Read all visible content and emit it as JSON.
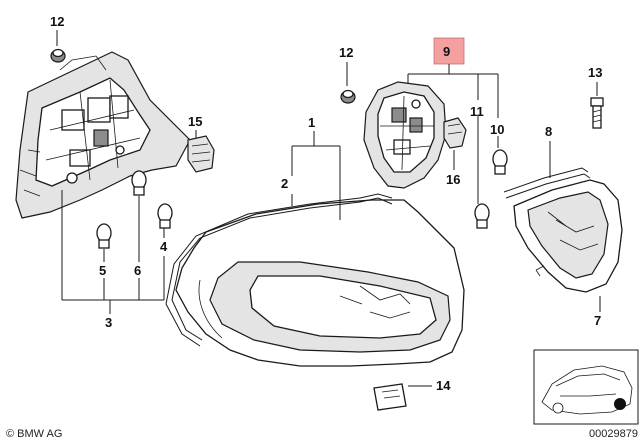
{
  "callouts": {
    "c1": "1",
    "c2": "2",
    "c3": "3",
    "c4": "4",
    "c5": "5",
    "c6": "6",
    "c7": "7",
    "c8": "8",
    "c9": "9",
    "c10": "10",
    "c11": "11",
    "c12a": "12",
    "c12b": "12",
    "c13": "13",
    "c14": "14",
    "c15": "15",
    "c16": "16"
  },
  "highlight_color": "#f4a0a0",
  "footer": {
    "brand": "© BMW AG",
    "diagram_number": "00029879"
  }
}
